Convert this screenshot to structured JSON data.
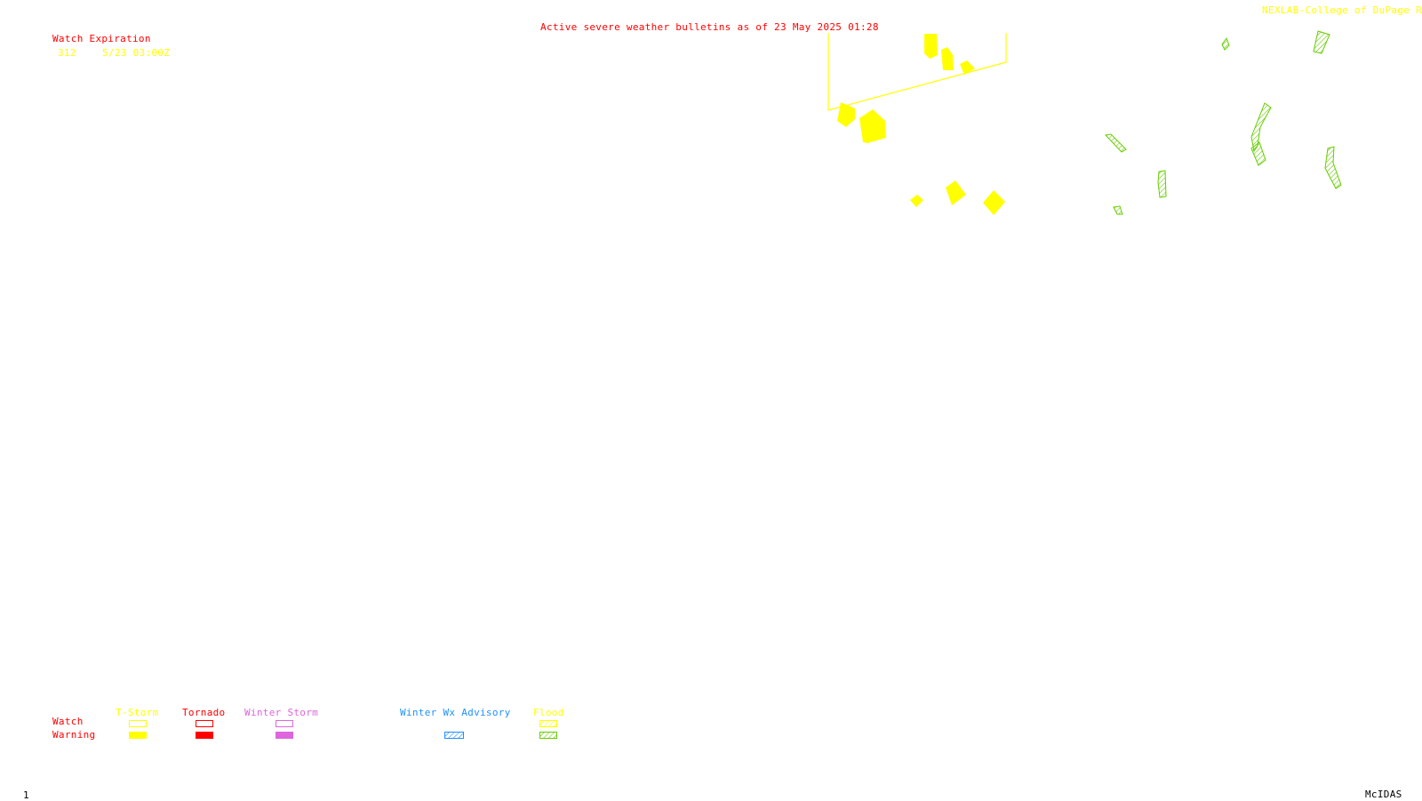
{
  "header": {
    "title": "Active severe weather bulletins as of 23 May 2025 01:28",
    "credit": "NEXLAB-College of DuPage R"
  },
  "watch_table": {
    "heading": "Watch Expiration",
    "rows": [
      {
        "number": "312",
        "expiration": "5/23 03:00Z"
      }
    ]
  },
  "legend": {
    "row_labels": {
      "watch": "Watch",
      "warning": "Warning"
    },
    "categories": {
      "tstorm": "T-Storm",
      "tornado": "Tornado",
      "winter_storm": "Winter Storm",
      "winter_wx_advisory": "Winter Wx Advisory",
      "flood": "Flood"
    },
    "colors": {
      "tstorm": "#ffff00",
      "tornado": "#ff0000",
      "winter_storm": "#dd66dd",
      "winter_wx_advisory": "#1e90ff",
      "flood": "#66cc00"
    }
  },
  "footer": {
    "frame_number": "1",
    "software": "McIDAS"
  }
}
